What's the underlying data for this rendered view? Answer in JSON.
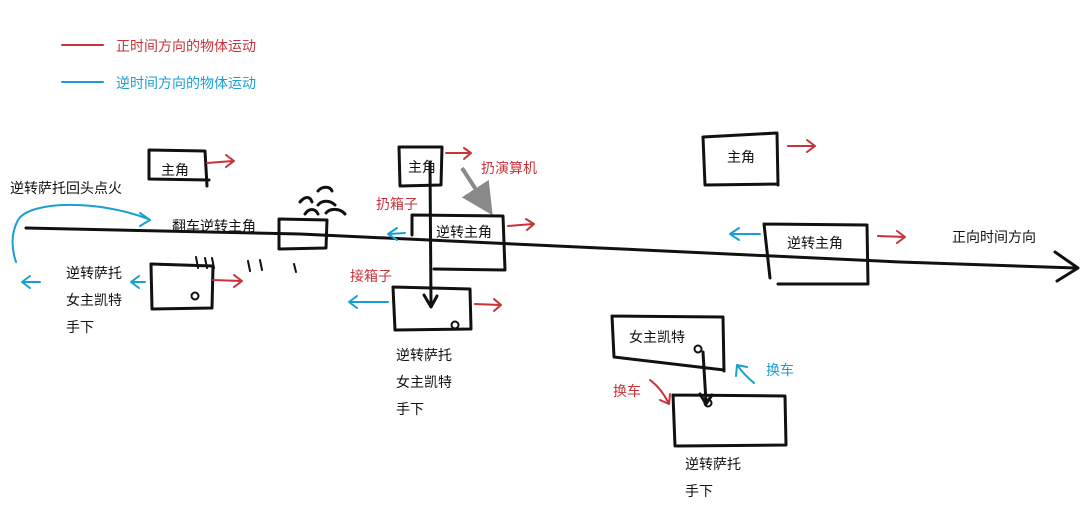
{
  "legend": {
    "forward": "正时间方向的物体运动",
    "reverse": "逆时间方向的物体运动"
  },
  "axis_label": "正向时间方向",
  "labels": {
    "protagonist_1": "主角",
    "protagonist_2": "主角",
    "protagonist_3": "主角",
    "sator_turn_fire": "逆转萨托回头点火",
    "flip_car": "翻车逆转主角",
    "inverted_protagonist_mid": "逆转主角",
    "inverted_protagonist_right": "逆转主角",
    "throw_box": "扔箱子",
    "throw_algorithm": "扔演算机",
    "catch_box": "接箱子",
    "left_group_line1": "逆转萨托",
    "left_group_line2": "女主凯特",
    "left_group_line3": "手下",
    "mid_group_line1": "逆转萨托",
    "mid_group_line2": "女主凯特",
    "mid_group_line3": "手下",
    "kat": "女主凯特",
    "swap_car_red": "换车",
    "swap_car_blue": "换车",
    "right_group_line1": "逆转萨托",
    "right_group_line2": "手下"
  },
  "colors": {
    "forward": "#c8323a",
    "reverse": "#1a9fd0",
    "ink": "#111111"
  }
}
